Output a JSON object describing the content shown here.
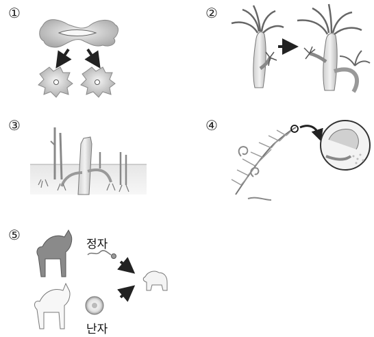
{
  "panels": [
    {
      "number": "①",
      "subject": "binary-fission-amoeba"
    },
    {
      "number": "②",
      "subject": "budding-hydra"
    },
    {
      "number": "③",
      "subject": "vegetative-propagation-runners"
    },
    {
      "number": "④",
      "subject": "fern-spores"
    },
    {
      "number": "⑤",
      "subject": "sexual-reproduction-dog"
    }
  ],
  "labels": {
    "sperm": "정자",
    "egg": "난자"
  }
}
